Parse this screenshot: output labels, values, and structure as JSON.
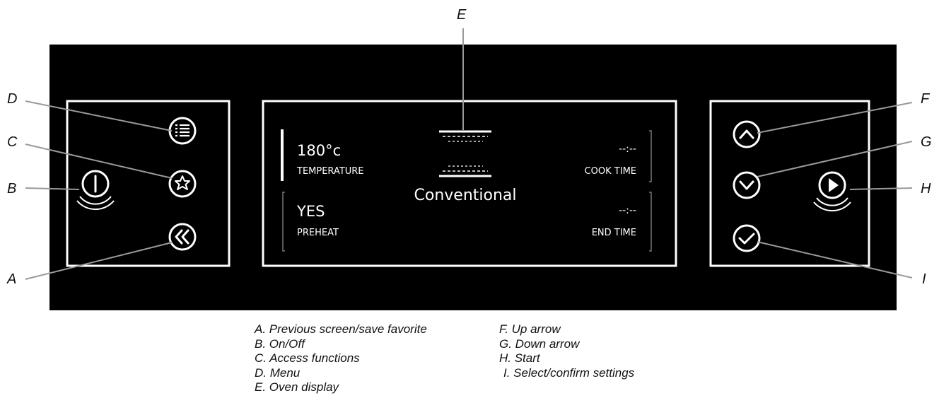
{
  "callouts": {
    "a": "A",
    "b": "B",
    "c": "C",
    "d": "D",
    "e": "E",
    "f": "F",
    "g": "G",
    "h": "H",
    "i": "I"
  },
  "display": {
    "temperature_value": "180°c",
    "temperature_label": "TEMPERATURE",
    "preheat_value": "YES",
    "preheat_label": "PREHEAT",
    "mode": "Conventional",
    "cook_time_value": "--:--",
    "cook_time_label": "COOK TIME",
    "end_time_value": "--:--",
    "end_time_label": "END TIME"
  },
  "legend_left": [
    "A. Previous screen/save favorite",
    "B. On/Off",
    "C. Access functions",
    "D. Menu",
    "E. Oven display"
  ],
  "legend_right": [
    "F. Up arrow",
    "G. Down arrow",
    "H. Start",
    "I. Select/confirm settings"
  ],
  "colors": {
    "panel": "#000000",
    "foreground": "#ffffff",
    "leader": "#9a9a9a"
  }
}
